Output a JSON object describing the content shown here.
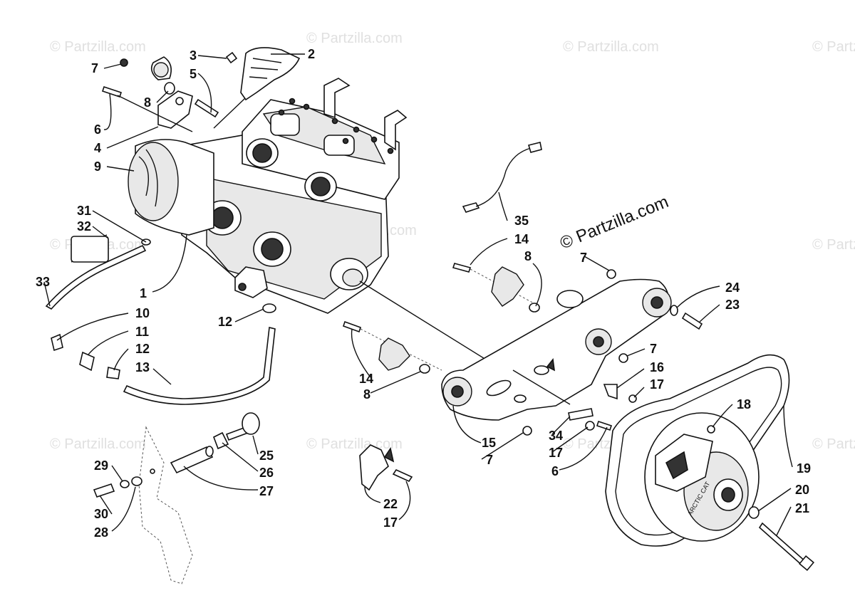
{
  "watermark": {
    "text": "© Partzilla.com",
    "brand": "© Partzilla.com"
  },
  "callouts": [
    {
      "id": "c2",
      "label": "2"
    },
    {
      "id": "c3",
      "label": "3"
    },
    {
      "id": "c5",
      "label": "5"
    },
    {
      "id": "c7a",
      "label": "7"
    },
    {
      "id": "c8a",
      "label": "8"
    },
    {
      "id": "c6a",
      "label": "6"
    },
    {
      "id": "c4",
      "label": "4"
    },
    {
      "id": "c9",
      "label": "9"
    },
    {
      "id": "c31",
      "label": "31"
    },
    {
      "id": "c32",
      "label": "32"
    },
    {
      "id": "c33",
      "label": "33"
    },
    {
      "id": "c1",
      "label": "1"
    },
    {
      "id": "c10",
      "label": "10"
    },
    {
      "id": "c11",
      "label": "11"
    },
    {
      "id": "c12a",
      "label": "12"
    },
    {
      "id": "c12b",
      "label": "12"
    },
    {
      "id": "c13",
      "label": "13"
    },
    {
      "id": "c35",
      "label": "35"
    },
    {
      "id": "c14a",
      "label": "14"
    },
    {
      "id": "c8b",
      "label": "8"
    },
    {
      "id": "c7b",
      "label": "7"
    },
    {
      "id": "c24",
      "label": "24"
    },
    {
      "id": "c23",
      "label": "23"
    },
    {
      "id": "c7c",
      "label": "7"
    },
    {
      "id": "c16",
      "label": "16"
    },
    {
      "id": "c17a",
      "label": "17"
    },
    {
      "id": "c14b",
      "label": "14"
    },
    {
      "id": "c8c",
      "label": "8"
    },
    {
      "id": "c18",
      "label": "18"
    },
    {
      "id": "c19",
      "label": "19"
    },
    {
      "id": "c15",
      "label": "15"
    },
    {
      "id": "c7d",
      "label": "7"
    },
    {
      "id": "c34",
      "label": "34"
    },
    {
      "id": "c17b",
      "label": "17"
    },
    {
      "id": "c6b",
      "label": "6"
    },
    {
      "id": "c20",
      "label": "20"
    },
    {
      "id": "c21",
      "label": "21"
    },
    {
      "id": "c25",
      "label": "25"
    },
    {
      "id": "c26",
      "label": "26"
    },
    {
      "id": "c27",
      "label": "27"
    },
    {
      "id": "c29",
      "label": "29"
    },
    {
      "id": "c30",
      "label": "30"
    },
    {
      "id": "c28",
      "label": "28"
    },
    {
      "id": "c22",
      "label": "22"
    },
    {
      "id": "c17c",
      "label": "17"
    }
  ]
}
